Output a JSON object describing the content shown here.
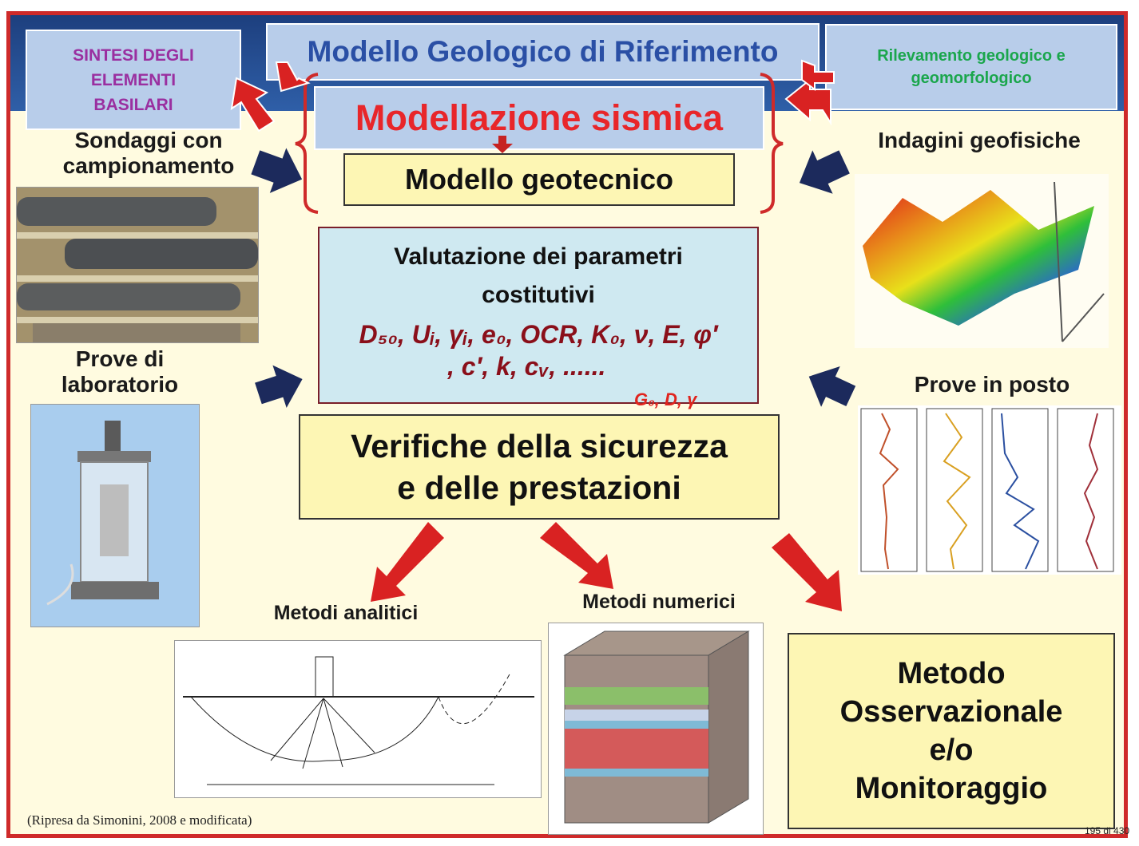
{
  "header": {
    "title": "Modello Geologico di Riferimento",
    "sintesi": "SINTESI DEGLI\nELEMENTI\nBASILARI",
    "rilevamento": "Rilevamento geologico  e\ngeomorfologico",
    "sismica": "Modellazione sismica"
  },
  "center": {
    "geotecnico": "Modello geotecnico",
    "valutazione_title": "Valutazione dei parametri\ncostitutivi",
    "params_line1": "D₅₀, Uᵢ, γᵢ, e₀, OCR, K₀, ν, E, φ′",
    "params_line2": ", c′, k, cᵥ, ......",
    "dynamic_params": "G₀, D, γ",
    "verifiche": "Verifiche della sicurezza\ne delle prestazioni"
  },
  "left": {
    "sondaggi": "Sondaggi con\ncampionamento",
    "prove_lab": "Prove di\nlaboratorio"
  },
  "right": {
    "indagini": "Indagini geofisiche",
    "prove_posto": "Prove in posto"
  },
  "bottom": {
    "analitici": "Metodi analitici",
    "numerici": "Metodi numerici",
    "osservazionale": "Metodo\nOsservazionale\ne/o\nMonitoraggio"
  },
  "footer": {
    "credit": "(Ripresa da Simonini, 2008 e modificata)",
    "page": "195 di 430"
  },
  "colors": {
    "frame_red": "#cf2a2a",
    "banner_blue": "#1d3f7e",
    "title_blue": "#2a4fa5",
    "sismica_red": "#e8262a",
    "sintesi_purple": "#9a2fa0",
    "rilevamento_green": "#1aa64c",
    "navy_arrow": "#1c2a5c",
    "red_arrow": "#d92222"
  }
}
